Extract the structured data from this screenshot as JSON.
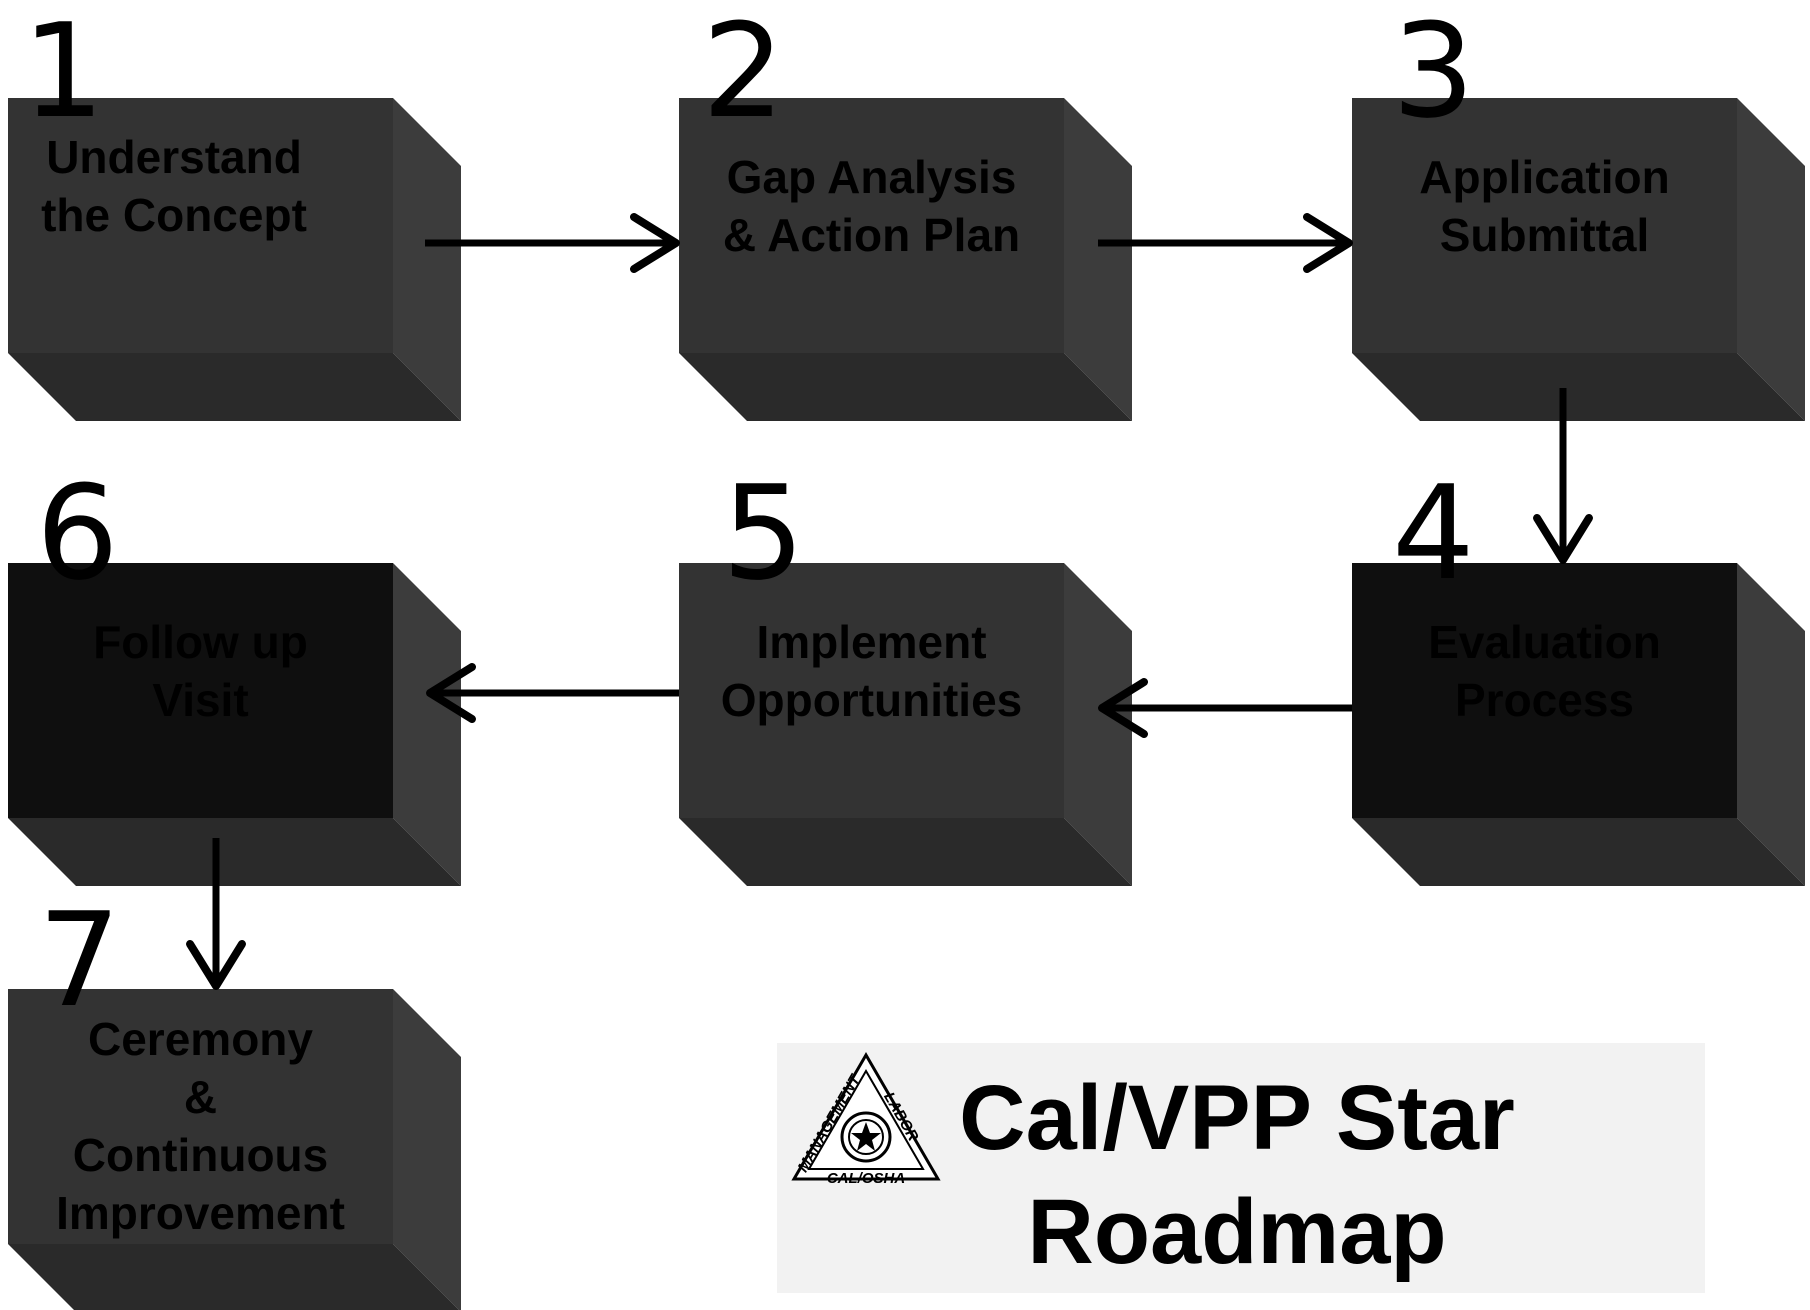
{
  "title": "Cal/VPP Star\nRoadmap",
  "logo": {
    "top_text": "LABOR",
    "left_text": "MANAGEMENT",
    "bottom_text": "CAL/OSHA"
  },
  "colors": {
    "box_face": "#333333",
    "box_side": "#3c3c3c",
    "box_bottom": "#2a2a2a",
    "box_face_dark": "#0f0f0f",
    "arrow": "#000000",
    "title_panel": "#f2f2f2"
  },
  "steps": [
    {
      "number": "1",
      "label": "Understand\nthe  Concept",
      "dark": false
    },
    {
      "number": "2",
      "label": "Gap Analysis\n& Action Plan",
      "dark": false
    },
    {
      "number": "3",
      "label": "Application\nSubmittal",
      "dark": false
    },
    {
      "number": "4",
      "label": "Evaluation\nProcess",
      "dark": true
    },
    {
      "number": "5",
      "label": "Implement\nOpportunities",
      "dark": false
    },
    {
      "number": "6",
      "label": "Follow up\nVisit",
      "dark": true
    },
    {
      "number": "7",
      "label": "Ceremony\n&\nContinuous\nImprovement",
      "dark": false
    }
  ]
}
